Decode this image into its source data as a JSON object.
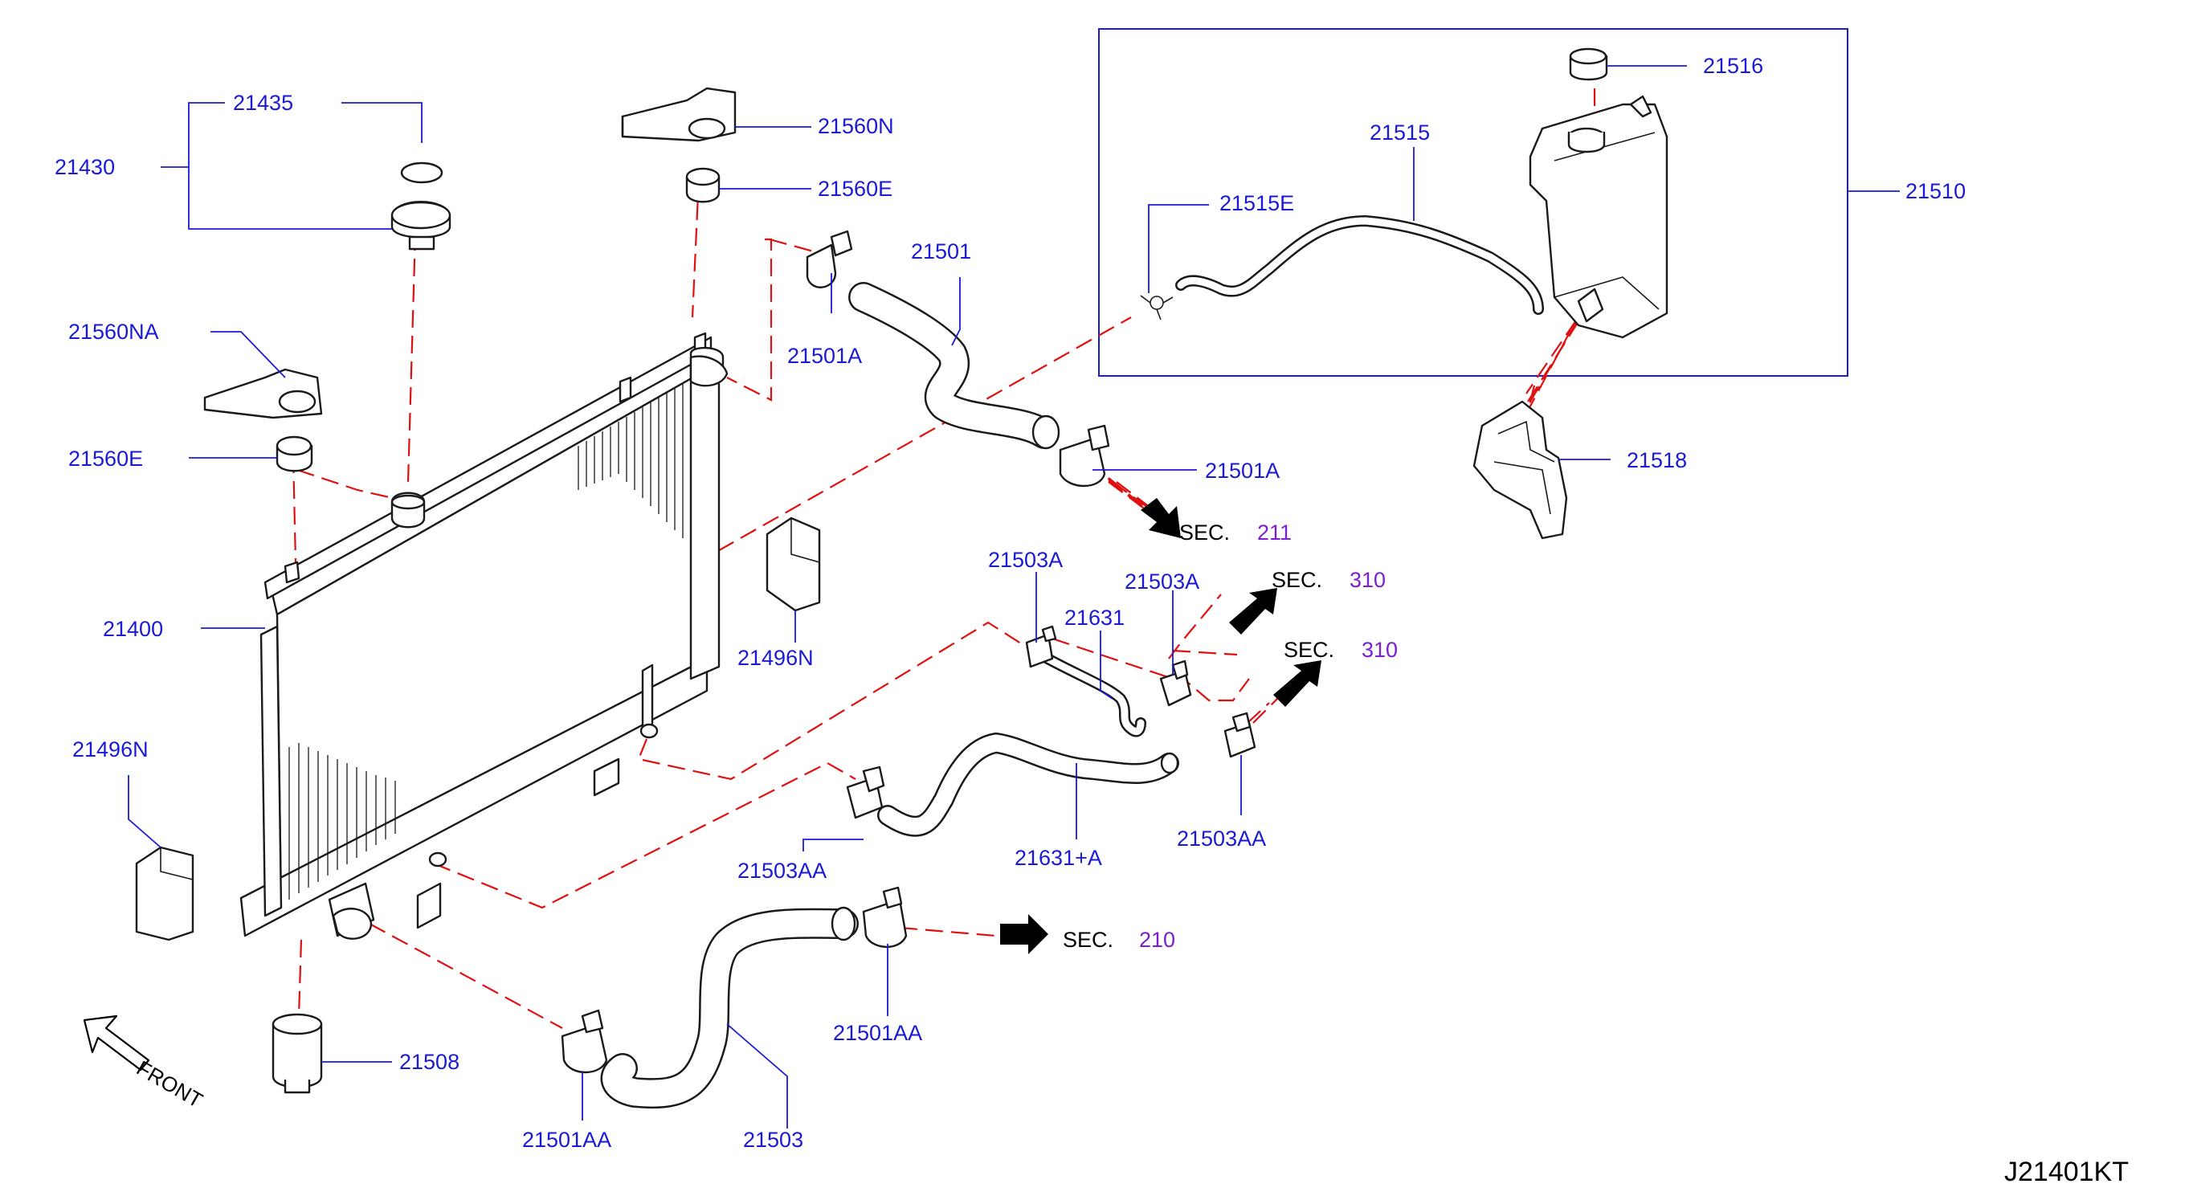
{
  "diagram_id": "J21401KT",
  "front_label": "FRONT",
  "part_numbers": {
    "p21435": "21435",
    "p21430": "21430",
    "p21560N": "21560N",
    "p21560E_top": "21560E",
    "p21560NA": "21560NA",
    "p21560E_left": "21560E",
    "p21400": "21400",
    "p21496N_left": "21496N",
    "p21496N_mid": "21496N",
    "p21501": "21501",
    "p21501A_top": "21501A",
    "p21501A_right": "21501A",
    "p21503A_left": "21503A",
    "p21503A_right": "21503A",
    "p21631": "21631",
    "p21503AA_left": "21503AA",
    "p21503AA_right": "21503AA",
    "p21631A": "21631+A",
    "p21501AA_mid": "21501AA",
    "p21501AA_bottom": "21501AA",
    "p21503": "21503",
    "p21508": "21508",
    "p21516": "21516",
    "p21515": "21515",
    "p21515E": "21515E",
    "p21510": "21510",
    "p21518": "21518"
  },
  "section_refs": [
    {
      "prefix": "SEC.",
      "number": "211"
    },
    {
      "prefix": "SEC.",
      "number": "310"
    },
    {
      "prefix": "SEC.",
      "number": "310"
    },
    {
      "prefix": "SEC.",
      "number": "210"
    }
  ]
}
